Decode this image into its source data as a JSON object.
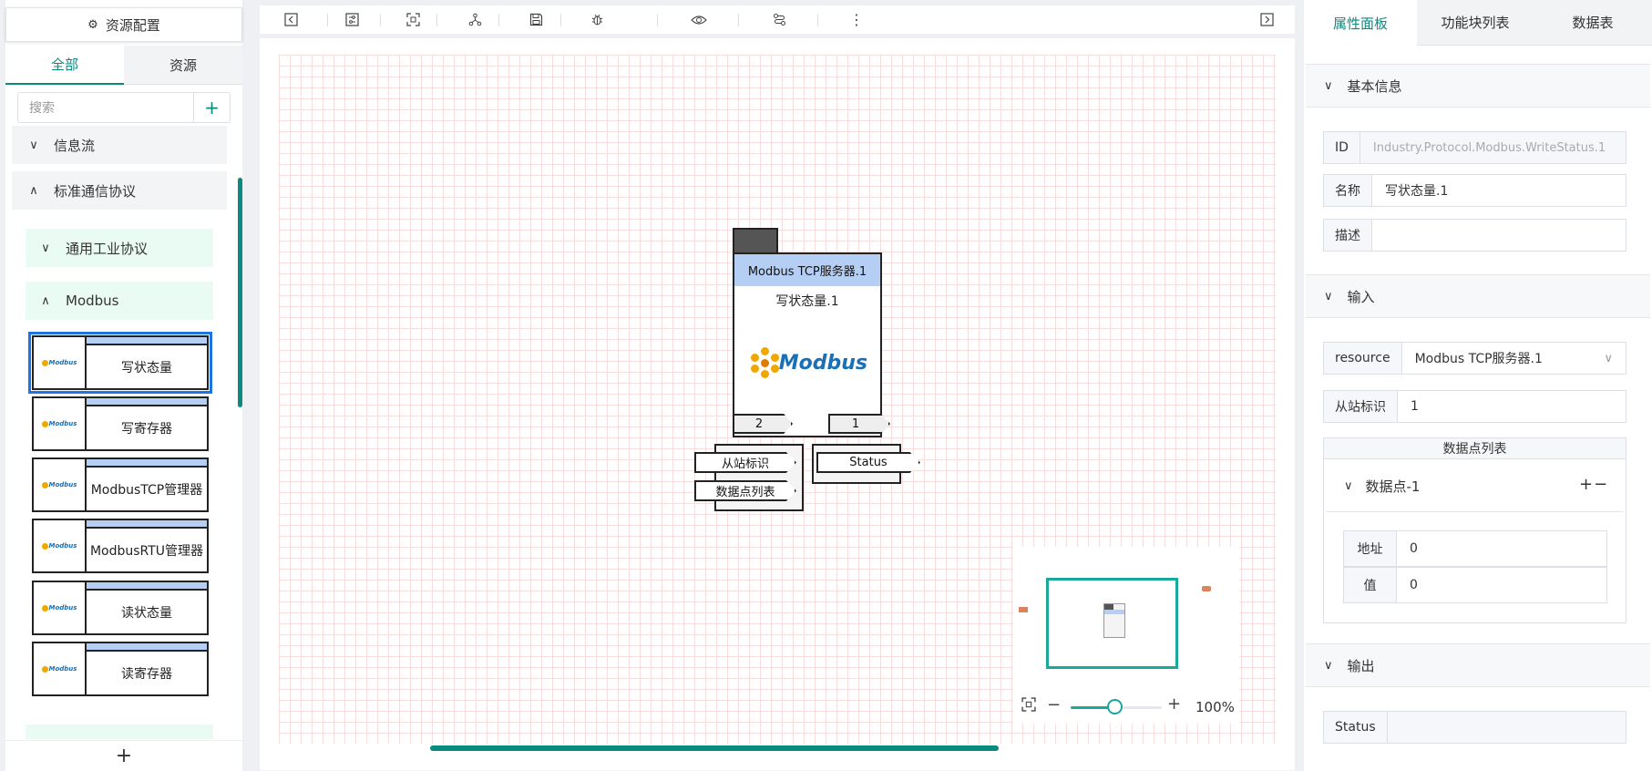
{
  "left": {
    "header": "资源配置",
    "tabs": [
      "全部",
      "资源"
    ],
    "search_placeholder": "搜索",
    "tree": {
      "info_flow": "信息流",
      "std_protocol": "标准通信协议",
      "general_industrial": "通用工业协议",
      "modbus": "Modbus"
    },
    "blocks": [
      "写状态量",
      "写寄存器",
      "ModbusTCP管理器",
      "ModbusRTU管理器",
      "读状态量",
      "读寄存器"
    ]
  },
  "canvas": {
    "node": {
      "resource": "Modbus TCP服务器.1",
      "name": "写状态量.1",
      "logo_text": "Modbus",
      "event_in": "2",
      "event_out": "1",
      "inputs": [
        "从站标识",
        "数据点列表"
      ],
      "outputs": [
        "Status"
      ]
    },
    "zoom": "100%"
  },
  "right": {
    "tabs": [
      "属性面板",
      "功能块列表",
      "数据表"
    ],
    "basic": {
      "title": "基本信息",
      "id_label": "ID",
      "id_value": "Industry.Protocol.Modbus.WriteStatus.1",
      "name_label": "名称",
      "name_value": "写状态量.1",
      "desc_label": "描述"
    },
    "input": {
      "title": "输入",
      "resource_label": "resource",
      "resource_value": "Modbus TCP服务器.1",
      "slave_label": "从站标识",
      "slave_value": "1",
      "datapoints_title": "数据点列表",
      "dp_name": "数据点-1",
      "dp_actions": "+−",
      "addr_label": "地址",
      "addr_value": "0",
      "val_label": "值",
      "val_value": "0"
    },
    "output": {
      "title": "输出",
      "status_label": "Status"
    }
  }
}
